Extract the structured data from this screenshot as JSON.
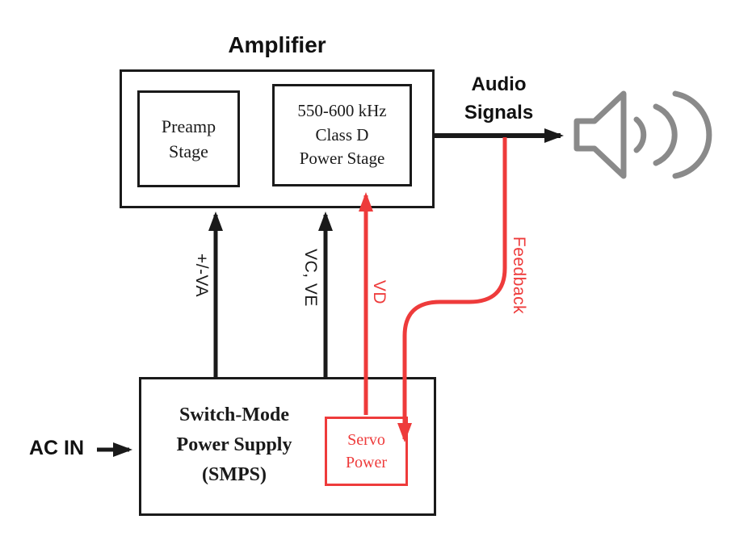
{
  "colors": {
    "black": "#1a1a1a",
    "red": "#ee3b3b",
    "gray": "#8a8a8a"
  },
  "title": "Amplifier",
  "amplifier": {
    "preamp_lines": [
      "Preamp",
      "Stage"
    ],
    "class_d_lines": [
      "550-600 kHz",
      "Class D",
      "Power Stage"
    ]
  },
  "smps": {
    "lines": [
      "Switch-Mode",
      "Power Supply",
      "(SMPS)"
    ],
    "servo_lines": [
      "Servo",
      "Power"
    ]
  },
  "labels": {
    "audio_lines": [
      "Audio",
      "Signals"
    ],
    "ac_in": "AC IN",
    "va": "+/-VA",
    "vc_ve": "VC, VE",
    "vd": "VD",
    "feedback": "Feedback"
  },
  "icons": {
    "speaker": "speaker-with-sound-waves-icon"
  }
}
